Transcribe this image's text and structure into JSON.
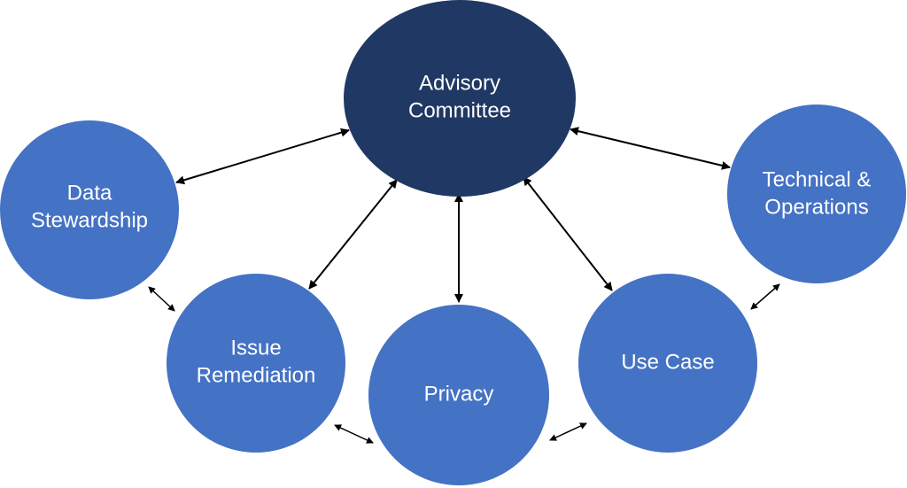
{
  "colors": {
    "hub_fill": "#203864",
    "node_fill": "#4472C4",
    "label_text": "#FFFFFF",
    "arrow": "#000000",
    "background": "#FFFFFF"
  },
  "diagram": {
    "hub": {
      "label_line1": "Advisory",
      "label_line2": "Committee"
    },
    "nodes": {
      "data_stewardship": {
        "label_line1": "Data",
        "label_line2": "Stewardship"
      },
      "issue_remediation": {
        "label_line1": "Issue",
        "label_line2": "Remediation"
      },
      "privacy": {
        "label": "Privacy"
      },
      "use_case": {
        "label": "Use Case"
      },
      "technical_operations": {
        "label_line1": "Technical &",
        "label_line2": "Operations"
      }
    },
    "connections": [
      {
        "from": "Advisory Committee",
        "to": "Data Stewardship",
        "direction": "bidirectional"
      },
      {
        "from": "Advisory Committee",
        "to": "Issue Remediation",
        "direction": "bidirectional"
      },
      {
        "from": "Advisory Committee",
        "to": "Privacy",
        "direction": "bidirectional"
      },
      {
        "from": "Advisory Committee",
        "to": "Use Case",
        "direction": "bidirectional"
      },
      {
        "from": "Advisory Committee",
        "to": "Technical & Operations",
        "direction": "bidirectional"
      },
      {
        "from": "Data Stewardship",
        "to": "Issue Remediation",
        "direction": "bidirectional"
      },
      {
        "from": "Issue Remediation",
        "to": "Privacy",
        "direction": "bidirectional"
      },
      {
        "from": "Privacy",
        "to": "Use Case",
        "direction": "bidirectional"
      },
      {
        "from": "Use Case",
        "to": "Technical & Operations",
        "direction": "bidirectional"
      }
    ]
  }
}
